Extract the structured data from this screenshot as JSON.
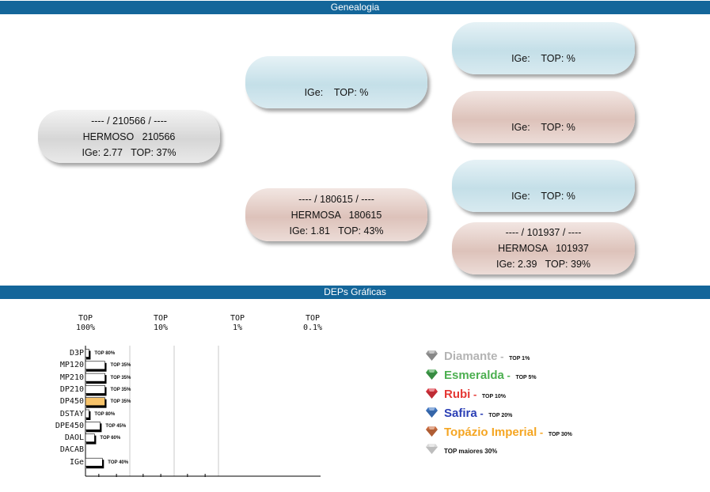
{
  "headers": {
    "genealogia": "Genealogia",
    "deps": "DEPs Gráficas"
  },
  "tree": {
    "animal": {
      "line1": "---- / 210566 / ----",
      "line2": "HERMOSO   210566",
      "line3": "IGe: 2.77   TOP: 37%"
    },
    "sire": {
      "line1": "IGe:    TOP: %"
    },
    "dam": {
      "line1": "---- / 180615 / ----",
      "line2": "HERMOSA   180615",
      "line3": "IGe: 1.81   TOP: 43%"
    },
    "sire_sire": {
      "line1": "IGe:    TOP: %"
    },
    "sire_dam": {
      "line1": "IGe:    TOP: %"
    },
    "dam_sire": {
      "line1": "IGe:    TOP: %"
    },
    "dam_dam": {
      "line1": "---- / 101937 / ----",
      "line2": "HERMOSA   101937",
      "line3": "IGe: 2.39   TOP: 39%"
    }
  },
  "scale": [
    {
      "top": "TOP",
      "pct": "100%"
    },
    {
      "top": "TOP",
      "pct": "10%"
    },
    {
      "top": "TOP",
      "pct": "1%"
    },
    {
      "top": "TOP",
      "pct": "0.1%"
    }
  ],
  "chart_data": {
    "type": "bar",
    "orientation": "horizontal",
    "x_scale": "log (TOP %)",
    "xticks": [
      "100%",
      "10%",
      "1%",
      "0.1%"
    ],
    "categories": [
      "D3P",
      "MP120",
      "MP210",
      "DP210",
      "DP450",
      "DSTAY",
      "DPE450",
      "DAOL",
      "DACAB",
      "IGe"
    ],
    "values": [
      80,
      35,
      35,
      35,
      35,
      80,
      45,
      60,
      null,
      40
    ],
    "labels": [
      "TOP 80%",
      "TOP 35%",
      "TOP 35%",
      "TOP 35%",
      "TOP 35%",
      "TOP 80%",
      "TOP 45%",
      "TOP 60%",
      "",
      "TOP 40%"
    ],
    "highlight": "DP450",
    "colors": {
      "bar": "#ffffff",
      "highlight": "#f7c36a",
      "outline": "#000000",
      "grid": "#c8c8c8"
    }
  },
  "legend": [
    {
      "name": "Diamante",
      "sep": " - ",
      "top": "TOP 1%",
      "color": "#b4b4b4",
      "gem_color": "#9a9a9a"
    },
    {
      "name": "Esmeralda",
      "sep": " - ",
      "top": "TOP 5%",
      "color": "#4caf50",
      "gem_color": "#3f9e4a"
    },
    {
      "name": "Rubi",
      "sep": " - ",
      "top": "TOP 10%",
      "color": "#e53935",
      "gem_color": "#d8323c"
    },
    {
      "name": "Safira",
      "sep": " - ",
      "top": "TOP 20%",
      "color": "#2b3fb5",
      "gem_color": "#3d74c0"
    },
    {
      "name": "Topázio Imperial",
      "sep": " - ",
      "top": "TOP 30%",
      "color": "#f5a623",
      "gem_color": "#c86a3c"
    },
    {
      "name": "",
      "sep": "",
      "top": "TOP maiores 30%",
      "color": "#111111",
      "gem_color": "#d8d8d8"
    }
  ]
}
